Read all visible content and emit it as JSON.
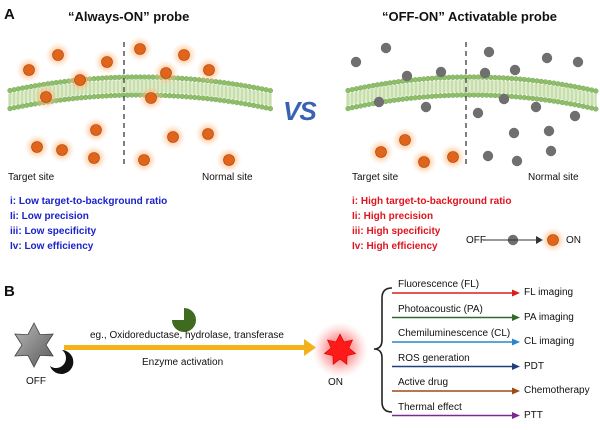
{
  "panel_a": {
    "label": "A",
    "left": {
      "title": "“Always-ON” probe",
      "target_site": "Target site",
      "normal_site": "Normal site",
      "items": [
        "i: Low target-to-background ratio",
        "Ii: Low precision",
        "iii: Low specificity",
        "Iv: Low efficiency"
      ]
    },
    "vs": "VS",
    "right": {
      "title": "“OFF-ON” Activatable probe",
      "target_site": "Target site",
      "normal_site": "Normal site",
      "items": [
        "i: High target-to-background ratio",
        "Ii: High precision",
        "iii: High specificity",
        "Iv: High efficiency"
      ],
      "legend_off": "OFF",
      "legend_on": "ON"
    }
  },
  "panel_b": {
    "label": "B",
    "off_label": "OFF",
    "on_label": "ON",
    "enzymes_text": "eg., Oxidoreductase, hydrolase, transferase",
    "activation_text": "Enzyme activation",
    "modalities": [
      {
        "signal": "Fluorescence (FL)",
        "output": "FL imaging",
        "color": "#d62020"
      },
      {
        "signal": "Photoacoustic (PA)",
        "output": "PA imaging",
        "color": "#2e6b2a"
      },
      {
        "signal": "Chemiluminescence (CL)",
        "output": "CL imaging",
        "color": "#2a86c8"
      },
      {
        "signal": "ROS generation",
        "output": "PDT",
        "color": "#1e3f80"
      },
      {
        "signal": "Active drug",
        "output": "Chemotherapy",
        "color": "#a04a1c"
      },
      {
        "signal": "Thermal effect",
        "output": "PTT",
        "color": "#7a2a90"
      }
    ]
  },
  "colors": {
    "probe_on": "#e0641a",
    "probe_off": "#6f6f6f",
    "membrane": "#8fbf6a",
    "arrow_main": "#f2b21c",
    "activated": "#ff1a1a"
  }
}
